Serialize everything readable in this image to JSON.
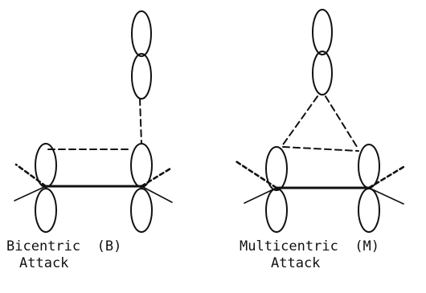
{
  "captions": {
    "bicentric": {
      "line1": "Bicentric",
      "code": "(B)",
      "line2": "Attack"
    },
    "multicentric": {
      "line1": "Multicentric",
      "code": "(M)",
      "line2": "Attack"
    }
  }
}
